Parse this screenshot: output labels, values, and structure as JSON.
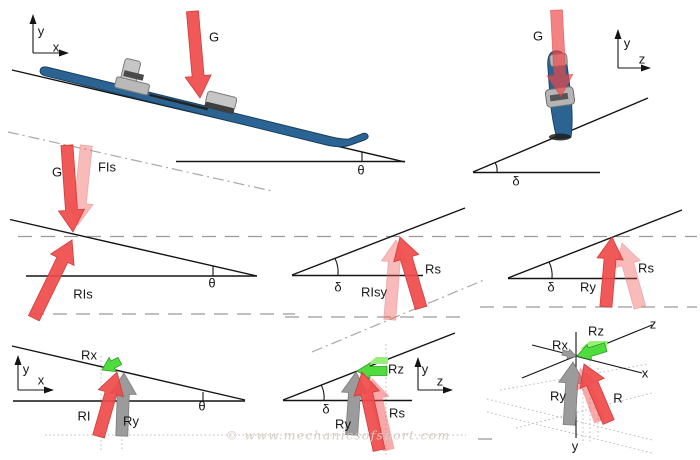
{
  "watermark": "© www.mechanicsofsport.com",
  "palette": {
    "force_red": "#f04b4b",
    "force_pink": "#f8b6b6",
    "component_green": "#4fdc3d",
    "component_gray": "#9b9b9b",
    "ski_blue": "#2b6393",
    "line_black": "#141414",
    "construction_gray": "#9a9a9a"
  },
  "diagrams": {
    "ski_side_view": {
      "axes": {
        "x": "x",
        "y": "y"
      },
      "gravity": "G",
      "slope_angle": "θ"
    },
    "ski_front_view": {
      "axes": {
        "y": "y",
        "z": "z"
      },
      "gravity": "G",
      "edge_angle": "δ"
    },
    "force_decomposition_side": {
      "gravity": "G",
      "slope_load": "FIs",
      "reaction": "RIs",
      "slope_angle": "θ"
    },
    "slope_reaction_front": {
      "edge_angle": "δ",
      "reaction_prev": "RIsy",
      "reaction": "Rs"
    },
    "vertical_reaction_front": {
      "edge_angle": "δ",
      "vertical": "Ry",
      "reaction_prev": "Rs"
    },
    "components_side": {
      "axes": {
        "x": "x",
        "y": "y"
      },
      "x_component": "Rx",
      "reaction": "RI",
      "y_component": "Ry",
      "slope_angle": "θ"
    },
    "components_front": {
      "axes": {
        "y": "y",
        "z": "z"
      },
      "z_component": "Rz",
      "y_component": "Ry",
      "reaction": "Rs",
      "edge_angle": "δ"
    },
    "components_3d": {
      "axes": {
        "x": "x",
        "y": "y",
        "z": "z"
      },
      "x_component": "Rx",
      "y_component": "Ry",
      "z_component": "Rz",
      "resultant": "R"
    }
  }
}
